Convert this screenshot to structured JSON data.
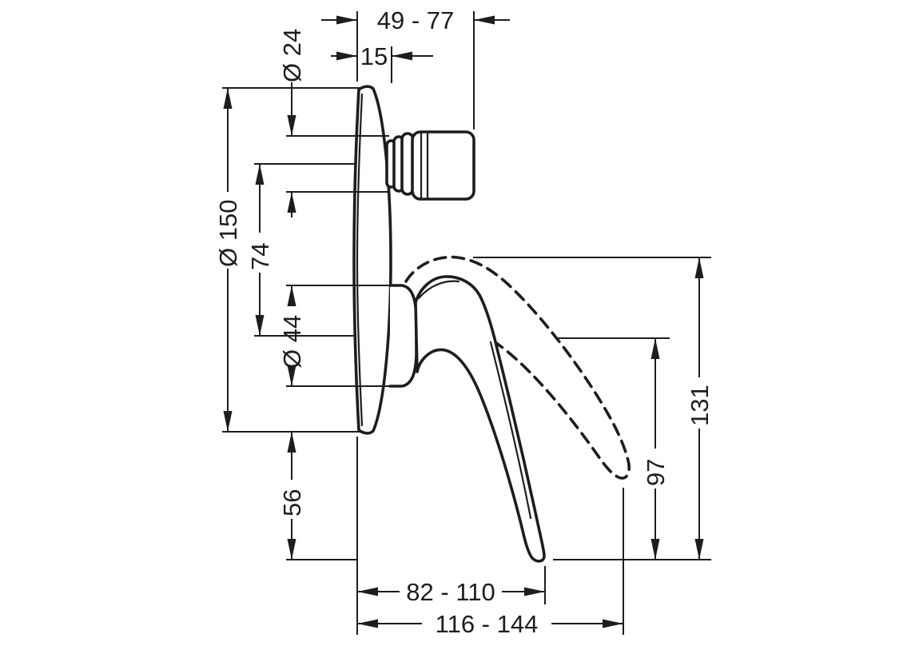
{
  "drawing": {
    "description": "Side-view technical dimension drawing of a concealed single-lever bath/shower mixer with escutcheon plate, temperature knob and lever handle (solid = down position, dashed = raised position)",
    "stroke_color": "#1d1d1b",
    "background": "#ffffff",
    "dimensions": {
      "knob_projection_range": "49 - 77",
      "plate_depth": "15",
      "neck_diameter": "Ø 24",
      "plate_diameter": "Ø 150",
      "centers_distance": "74",
      "sleeve_diameter": "Ø 44",
      "plate_to_lever_tip": "56",
      "lever_tip_drop": "97",
      "overall_lever_height": "131",
      "lever_reach_range": "82 - 110",
      "overall_reach_range": "116 - 144"
    }
  }
}
